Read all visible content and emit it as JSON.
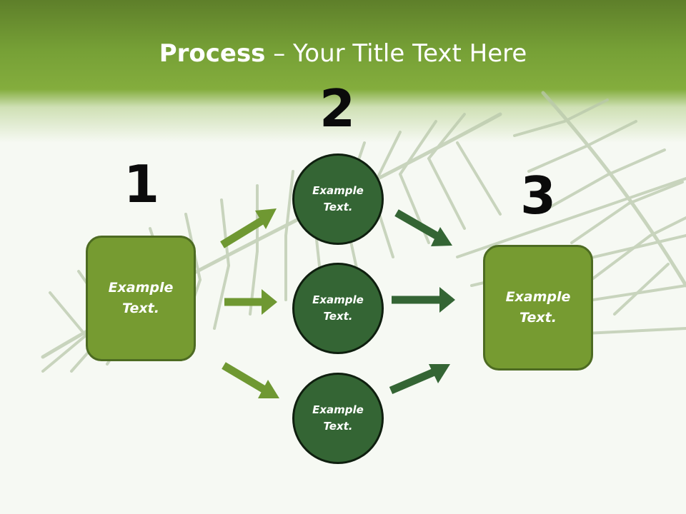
{
  "slide": {
    "title_bold": "Process",
    "title_rest": " – Your Title Text Here"
  },
  "steps": {
    "one": "1",
    "two": "2",
    "three": "3"
  },
  "shapes": {
    "left_box": "Example\nText.",
    "circle_top": "Example\nText.",
    "circle_middle": "Example\nText.",
    "circle_bottom": "Example\nText.",
    "right_box": "Example\nText."
  },
  "colors": {
    "header_green": "#76a036",
    "box_fill": "#769b31",
    "circle_fill": "#346534",
    "arrow_light": "#6f9832",
    "arrow_dark": "#346534"
  }
}
